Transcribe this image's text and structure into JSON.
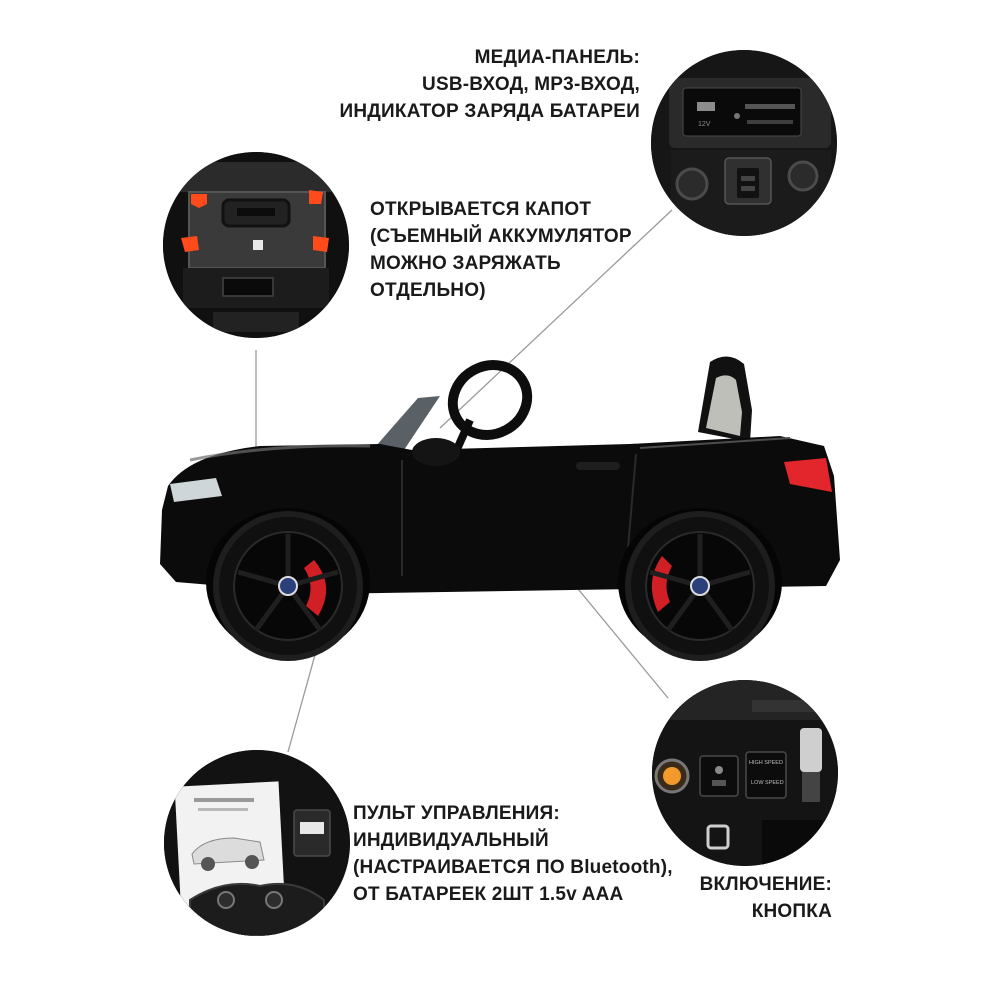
{
  "media_panel": {
    "lines": [
      "МЕДИА-ПАНЕЛЬ:",
      "USB-ВХОД, МР3-ВХОД,",
      "ИНДИКАТОР ЗАРЯДА БАТАРЕИ"
    ]
  },
  "hood": {
    "lines": [
      "ОТКРЫВАЕТСЯ КАПОТ",
      "(СЪЕМНЫЙ АККУМУЛЯТОР",
      "МОЖНО ЗАРЯЖАТЬ",
      "ОТДЕЛЬНО)"
    ]
  },
  "remote": {
    "lines": [
      "ПУЛЬТ УПРАВЛЕНИЯ:",
      "ИНДИВИДУАЛЬНЫЙ",
      "(НАСТРАИВАЕТСЯ ПО Bluetooth),",
      "ОТ БАТАРЕЕК 2ШТ 1.5v AAA"
    ]
  },
  "power": {
    "lines": [
      "ВКЛЮЧЕНИЕ:",
      "КНОПКА"
    ]
  },
  "panel_texts": {
    "usb_label": "12V",
    "speed_high": "HIGH SPEED",
    "speed_low": "LOW SPEED"
  },
  "colors": {
    "car_body": "#0b0b0b",
    "brake_caliper": "#d01f25",
    "taillight": "#e3262b",
    "seat": "#bfbfb9",
    "clip_orange": "#ff4a1c",
    "power_button": "#f39a2d",
    "text": "#1a1a1a",
    "leader_line": "#9a9a9a"
  }
}
